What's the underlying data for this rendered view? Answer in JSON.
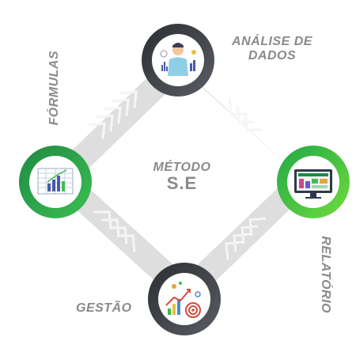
{
  "center": {
    "line1": "MÉTODO",
    "line2": "S.E"
  },
  "nodes": [
    {
      "id": "analise",
      "label_lines": [
        "ANÁLISE DE",
        "DADOS"
      ],
      "ring_color": "#3a3d42",
      "icon": "person-with-charts-icon"
    },
    {
      "id": "relatorio",
      "label": "RELATÓRIO",
      "ring_color": "#39b54a",
      "icon": "monitor-dashboard-icon"
    },
    {
      "id": "gestao",
      "label": "GESTÃO",
      "ring_color": "#3a3d42",
      "icon": "growth-target-icon"
    },
    {
      "id": "formulas",
      "label": "FÓRMULAS",
      "ring_color": "#2e9a48",
      "icon": "spreadsheet-chart-icon"
    }
  ],
  "colors": {
    "text": "#8a8a8a",
    "path": "#dcdcdc",
    "chevron": "#f2f2f2",
    "dark_ring": "#3a3d42",
    "green_ring": "#39b54a"
  }
}
